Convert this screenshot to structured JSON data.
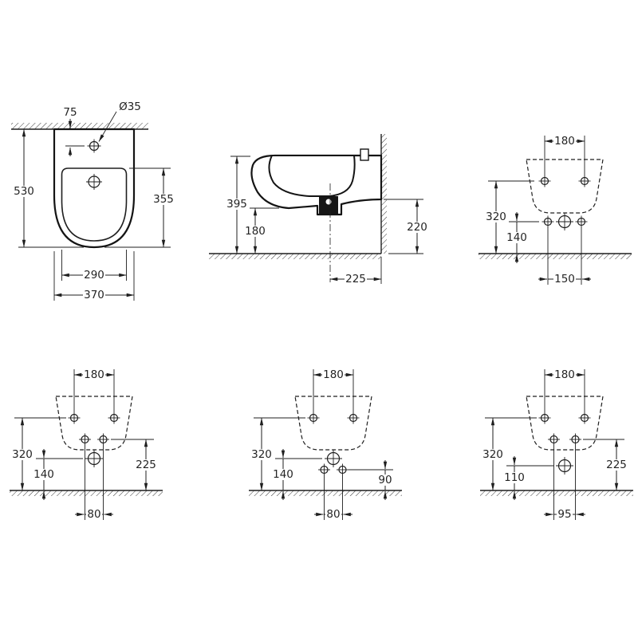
{
  "views": {
    "plan": {
      "tap_to_wall": "75",
      "tap_hole_dia": "Ø35",
      "total_depth": "530",
      "bowl_depth": "355",
      "bowl_width": "290",
      "total_width": "370"
    },
    "side": {
      "rim_height": "395",
      "underside_front_height": "180",
      "underside_rear_height": "220",
      "drain_to_wall": "225"
    },
    "wall_top": {
      "fixing_span": "180",
      "fixing_height": "320",
      "connection_height": "140",
      "connection_span": "150"
    },
    "wall_bottom_left": {
      "fixing_span": "180",
      "fixing_height": "320",
      "supply_height": "225",
      "drain_height": "140",
      "supply_span": "80"
    },
    "wall_bottom_mid": {
      "fixing_span": "180",
      "fixing_height": "320",
      "drain_height": "140",
      "supply_height": "90",
      "supply_span": "80"
    },
    "wall_bottom_right": {
      "fixing_span": "180",
      "fixing_height": "320",
      "supply_height": "225",
      "drain_height": "110",
      "supply_span": "95"
    }
  }
}
